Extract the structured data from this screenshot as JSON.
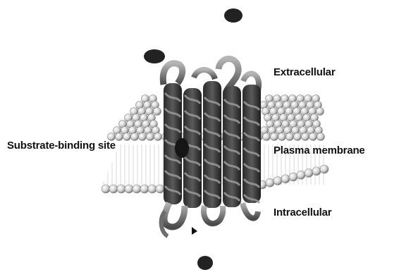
{
  "labels": {
    "extracellular": "Extracellular",
    "substrate_binding_site": "Substrate-binding site",
    "plasma_membrane": "Plasma membrane",
    "intracellular": "Intracellular"
  },
  "colors": {
    "background": "#ffffff",
    "lipid_head": "#d8d8d8",
    "helix_dark": "#3a3a3a",
    "ribbon": "#8a8a8a",
    "molecule": "#222222"
  }
}
